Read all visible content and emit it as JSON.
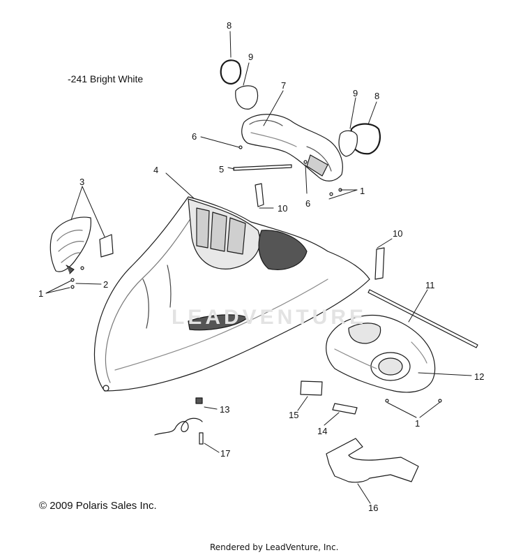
{
  "color_note": "-241  Bright White",
  "copyright": "© 2009 Polaris Sales Inc.",
  "footer": "Rendered by LeadVenture, Inc.",
  "watermark": "LEADVENTURE",
  "callouts": {
    "c1a": "1",
    "c1b": "1",
    "c1c": "1",
    "c2": "2",
    "c3": "3",
    "c4": "4",
    "c5": "5",
    "c6a": "6",
    "c6b": "6",
    "c7": "7",
    "c8a": "8",
    "c8b": "8",
    "c9a": "9",
    "c9b": "9",
    "c10a": "10",
    "c10b": "10",
    "c11": "11",
    "c12": "12",
    "c13": "13",
    "c14": "14",
    "c15": "15",
    "c16": "16",
    "c17": "17"
  },
  "colors": {
    "line": "#1a1a1a",
    "part_fill": "#ffffff",
    "shade": "#bdbdbd",
    "dark": "#555555"
  }
}
